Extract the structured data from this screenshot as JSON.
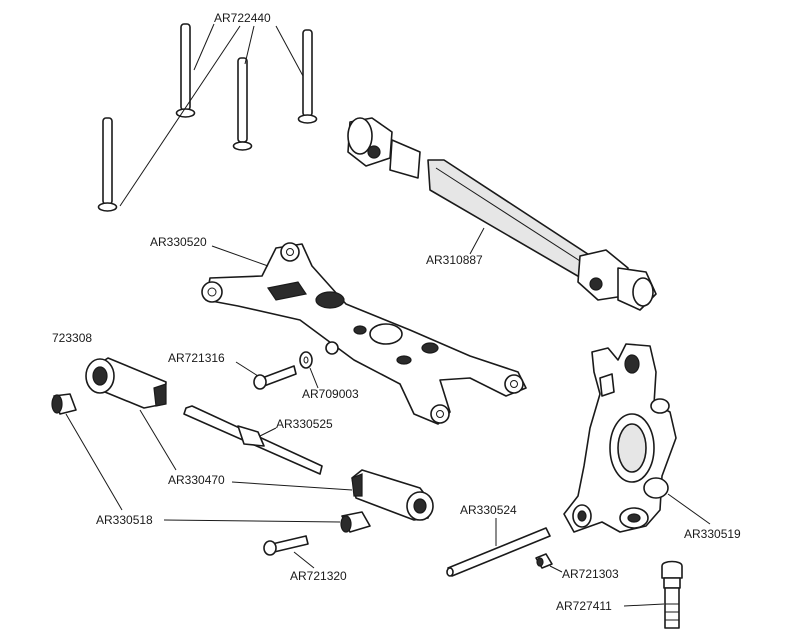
{
  "labels": {
    "ar722440": "AR722440",
    "ar310887": "AR310887",
    "ar330520": "AR330520",
    "ar723308": "723308",
    "ar721316": "AR721316",
    "ar709003": "AR709003",
    "ar330525": "AR330525",
    "ar330470": "AR330470",
    "ar330518": "AR330518",
    "ar330524": "AR330524",
    "ar330519": "AR330519",
    "ar721320": "AR721320",
    "ar721303": "AR721303",
    "ar727411": "AR727411"
  },
  "colors": {
    "ink": "#1a1a1a",
    "fill": "#ffffff",
    "shade": "#e6e6e6"
  }
}
